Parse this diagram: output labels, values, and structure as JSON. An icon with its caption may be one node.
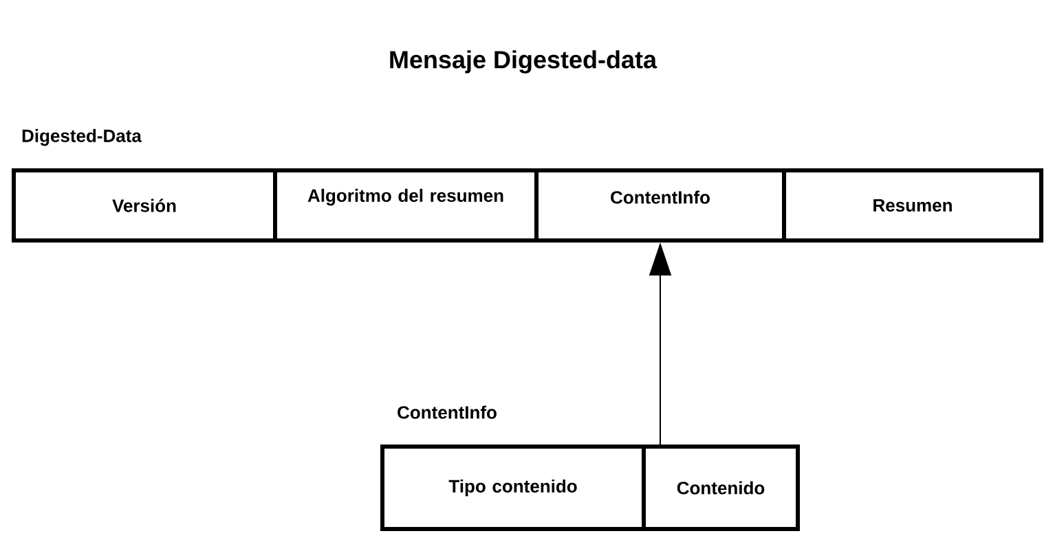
{
  "diagram": {
    "title": "Mensaje Digested-data",
    "nodes": [
      {
        "text": [
          "Digested-Data"
        ]
      },
      {
        "text": [
          "Versión"
        ],
        "in": 0
      },
      {
        "text": [
          "Algoritmo del resumen"
        ],
        "in": 0
      },
      {
        "text": [
          "ContentInfo"
        ],
        "in": 0
      },
      {
        "text": [
          "Resumen"
        ],
        "in": 0
      },
      {
        "text": [
          "ContentInfo"
        ]
      },
      {
        "text": [
          "Tipo contenido"
        ],
        "in": 5
      },
      {
        "text": [
          "Contenido"
        ],
        "in": 5
      }
    ],
    "edges": [
      {
        "from": 5,
        "to": 3,
        "arrow": "to"
      }
    ]
  }
}
